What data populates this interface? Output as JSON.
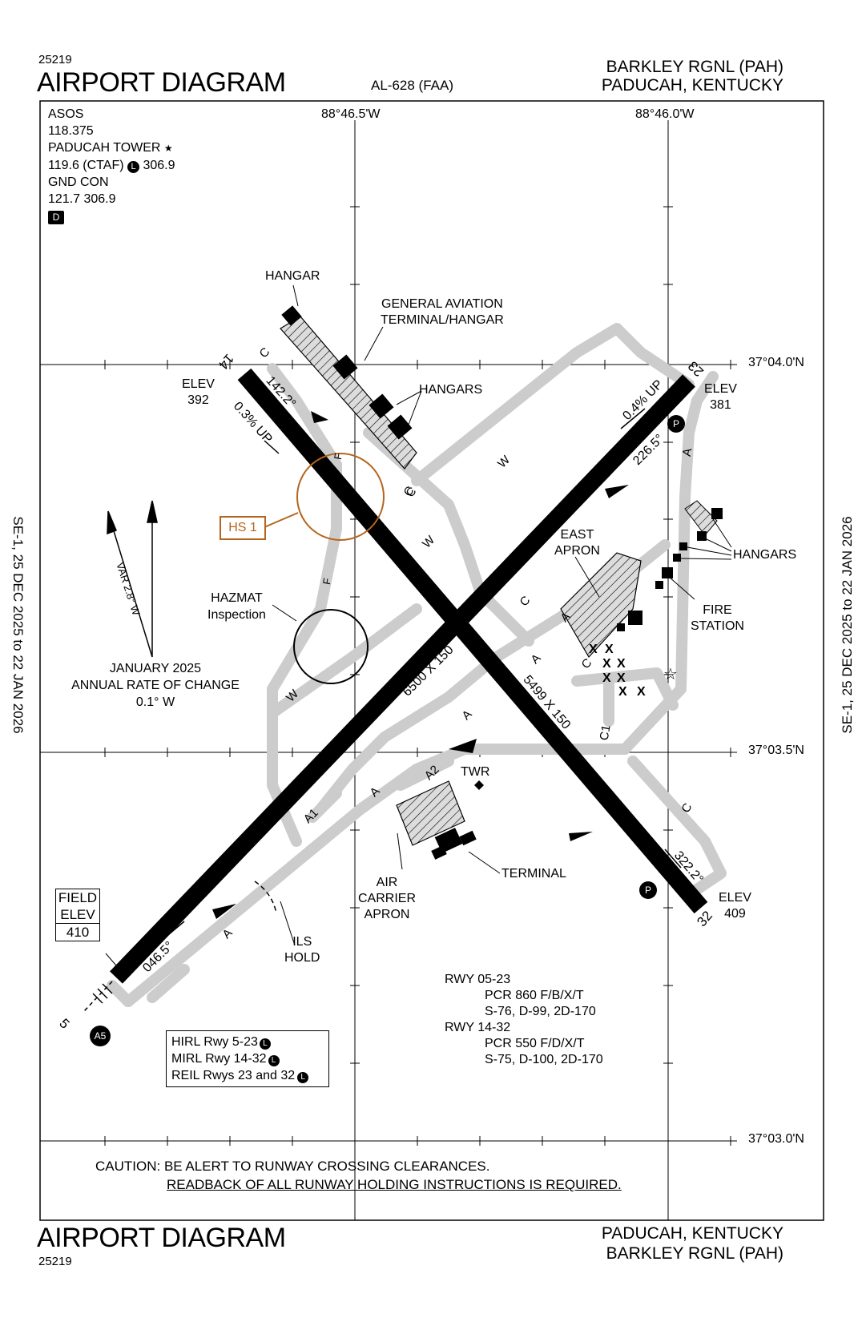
{
  "header": {
    "chart_number_top": "25219",
    "title_top": "AIRPORT DIAGRAM",
    "chart_id": "AL-628 (FAA)",
    "airport_top": "BARKLEY RGNL (PAH)",
    "city_top": "PADUCAH, KENTUCKY"
  },
  "footer": {
    "title_bottom": "AIRPORT DIAGRAM",
    "chart_number_bottom": "25219",
    "city_bottom": "PADUCAH, KENTUCKY",
    "airport_bottom": "BARKLEY RGNL (PAH)"
  },
  "side_dates": {
    "left": "SE-1,  25 DEC 2025  to  22 JAN 2026",
    "right": "SE-1,  25 DEC 2025  to  22 JAN 2026"
  },
  "frequencies": {
    "line1": "ASOS",
    "line2": "118.375",
    "line3": "PADUCAH TOWER",
    "line4a": "119.6 (CTAF)",
    "line4b": "306.9",
    "line5": "GND CON",
    "line6": "121.7  306.9",
    "badge_d": "D",
    "badge_l": "L"
  },
  "coordinates": {
    "lon1": "88°46.5'W",
    "lon2": "88°46.0'W",
    "lat1": "37°04.0'N",
    "lat2": "37°03.5'N",
    "lat3": "37°03.0'N"
  },
  "runways": {
    "rwy05_23_dims": "6500 X 150",
    "rwy14_32_dims": "5499 X 150",
    "end_14": "14",
    "end_23": "23",
    "end_32": "32",
    "end_5": "5",
    "hdg_142": "142.2°",
    "hdg_226": "226.5°",
    "hdg_322": "322.2°",
    "hdg_046": "046.5°",
    "slope_14": "0.3% UP",
    "slope_23": "0.4% UP"
  },
  "elevations": {
    "elev_label": "ELEV",
    "elev_14": "392",
    "elev_23": "381",
    "elev_32": "409",
    "field_elev_1": "FIELD",
    "field_elev_2": "ELEV",
    "field_elev_val": "410"
  },
  "labels": {
    "hangar": "HANGAR",
    "ga_terminal_1": "GENERAL AVIATION",
    "ga_terminal_2": "TERMINAL/HANGAR",
    "hangars_n": "HANGARS",
    "hangars_e": "HANGARS",
    "east_apron_1": "EAST",
    "east_apron_2": "APRON",
    "fire_1": "FIRE",
    "fire_2": "STATION",
    "hazmat_1": "HAZMAT",
    "hazmat_2": "Inspection",
    "hot_spot": "HS 1",
    "twr": "TWR",
    "terminal": "TERMINAL",
    "air_carrier_1": "AIR",
    "air_carrier_2": "CARRIER",
    "air_carrier_3": "APRON",
    "ils_1": "ILS",
    "ils_2": "HOLD",
    "var": "VAR 2.8° W",
    "rate_1": "JANUARY 2025",
    "rate_2": "ANNUAL RATE OF CHANGE",
    "rate_3": "0.1° W"
  },
  "taxiways": {
    "A": "A",
    "A1": "A1",
    "A2": "A2",
    "A5": "A5",
    "C": "C",
    "C1": "C1",
    "F": "F",
    "W": "W",
    "P": "P"
  },
  "pcr": {
    "l1": "RWY 05-23",
    "l2": "PCR 860 F/B/X/T",
    "l3": "S-76, D-99, 2D-170",
    "l4": "RWY 14-32",
    "l5": "PCR 550 F/D/X/T",
    "l6": "S-75, D-100, 2D-170"
  },
  "lighting": {
    "l1": "HIRL Rwy 5-23",
    "l2": "MIRL Rwy 14-32",
    "l3": "REIL Rwys 23 and 32"
  },
  "caution": {
    "line1": "CAUTION: BE ALERT TO RUNWAY CROSSING CLEARANCES.",
    "line2": "READBACK OF ALL RUNWAY HOLDING INSTRUCTIONS IS REQUIRED."
  },
  "colors": {
    "taxiway": "#cccccc",
    "hotspot": "#b5651d",
    "runway": "#000000"
  }
}
